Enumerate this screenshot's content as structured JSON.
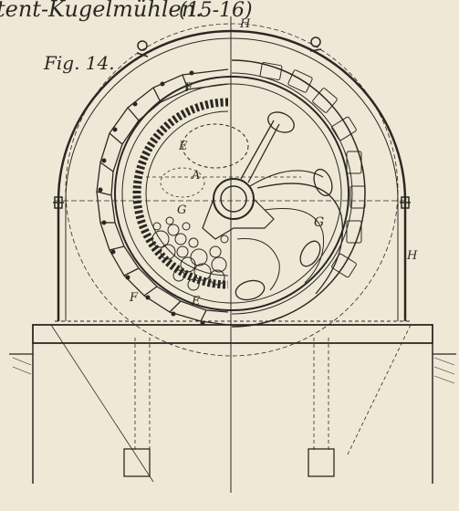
{
  "header": {
    "title": "tent-Kugelmühlen.",
    "page_ref": "(15-16)"
  },
  "figure": {
    "label": "Fig. 14."
  },
  "labels": {
    "H_top": "H",
    "H_right": "H",
    "F_top": "F",
    "F_bottom": "F",
    "E_inner": "E",
    "E_bottom": "E",
    "A": "A",
    "G_left": "G",
    "G_right": "G"
  },
  "colors": {
    "paper": "#efe8d6",
    "ink": "#2b2824"
  }
}
